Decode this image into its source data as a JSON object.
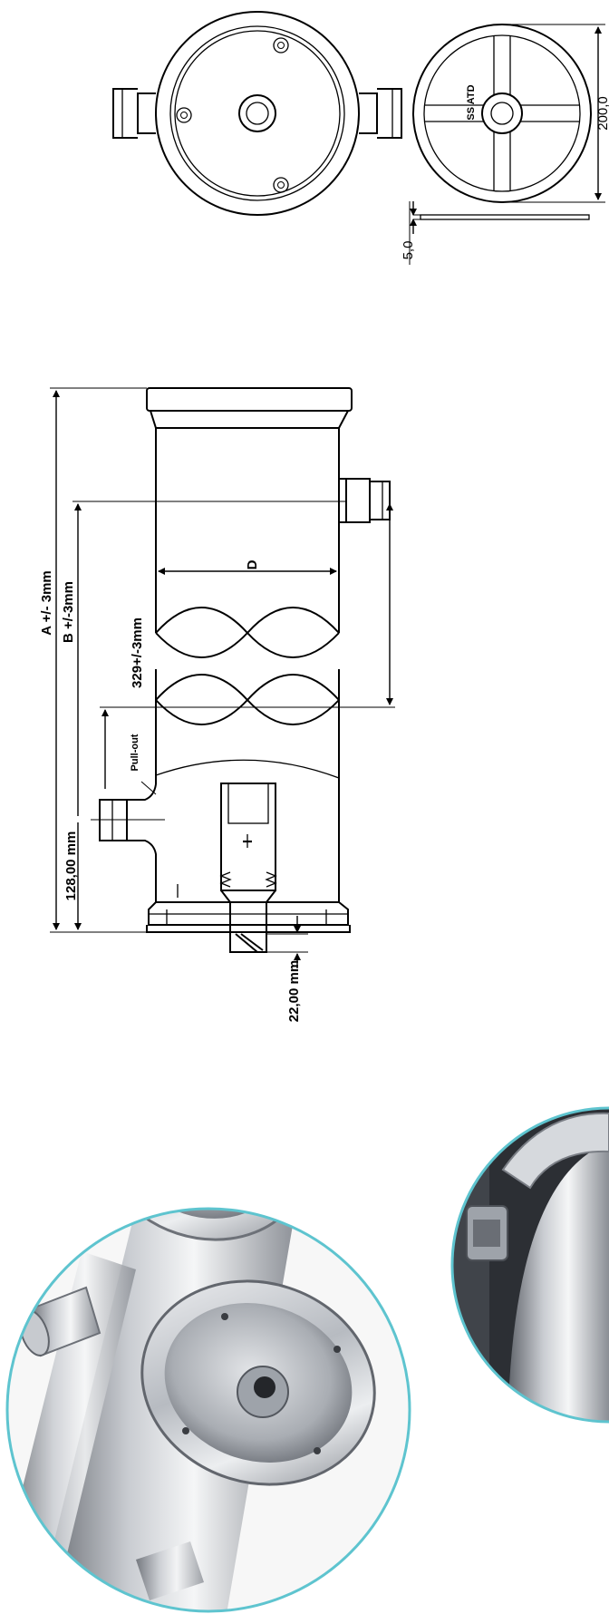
{
  "drawing": {
    "top_views": {
      "plate_label": "SS ATD",
      "plate_diameter": "200,0",
      "plate_thickness": "5,0"
    },
    "side_view": {
      "length_a": "A +/- 3mm",
      "length_b": "B +/-3mm",
      "inner_length": "329+/-3mm",
      "diameter_label": "D",
      "pull_out_label": "Pull-out",
      "port_height": "128,00 mm",
      "bottom_offset": "22,00 mm",
      "section_mark": "I"
    }
  },
  "colors": {
    "line": "#000000",
    "photo_ring": "#5ec4cf",
    "steel_light": "#d9dce0",
    "steel_dark": "#6d7178"
  }
}
